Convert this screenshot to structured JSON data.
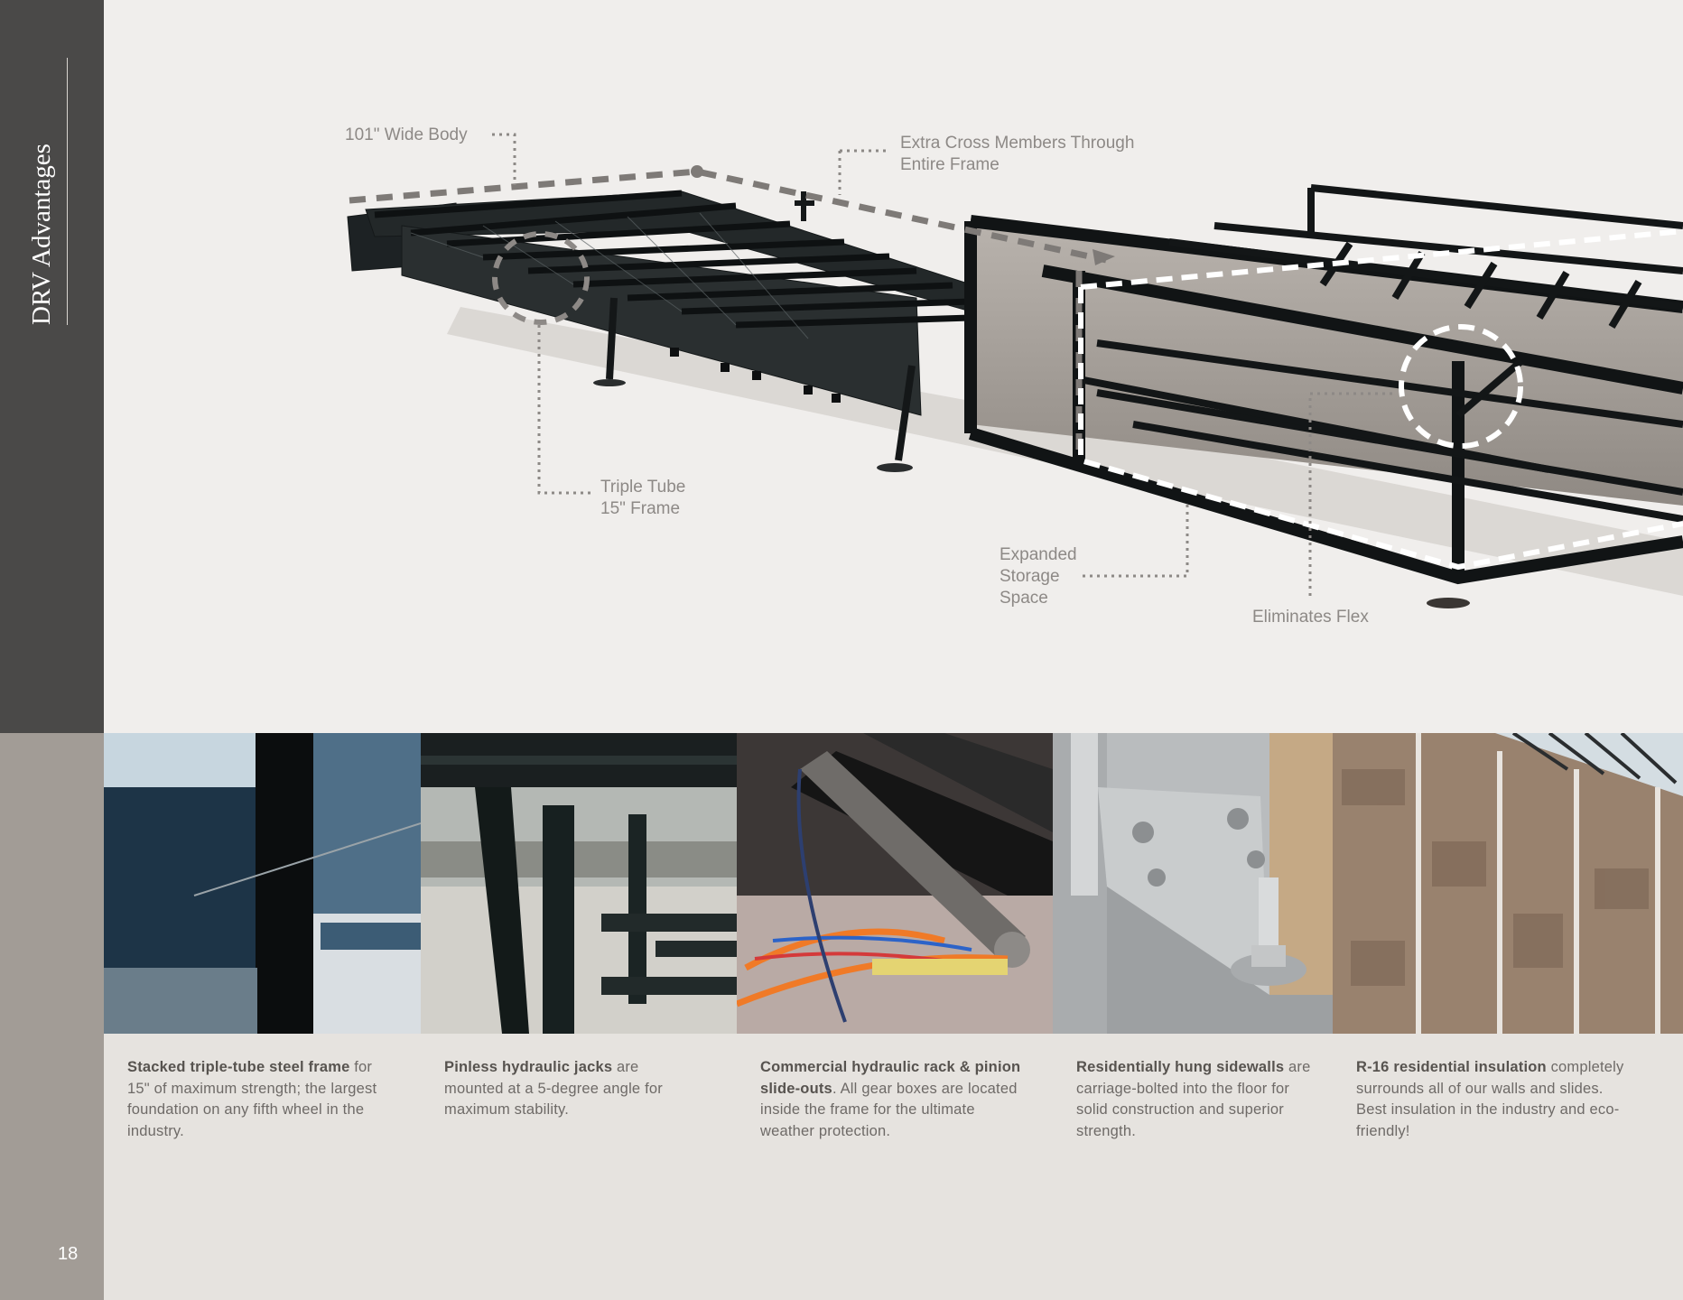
{
  "sidebar": {
    "title": "DRV Advantages",
    "page_number": "18"
  },
  "diagram": {
    "image_name": "fifth-wheel-steel-frame-chassis",
    "callouts": {
      "wide_body": "101\" Wide Body",
      "cross_members_line1": "Extra Cross Members Through",
      "cross_members_line2": "Entire Frame",
      "triple_tube_line1": "Triple Tube",
      "triple_tube_line2": "15\" Frame",
      "storage_line1": "Expanded",
      "storage_line2": "Storage",
      "storage_line3": "Space",
      "flex": "Eliminates Flex"
    }
  },
  "features": [
    {
      "photo": "triple-tube-frame-photo",
      "lead": "Stacked triple-tube steel frame",
      "rest": " for 15\" of maximum strength; the largest foundation on any fifth wheel in the industry."
    },
    {
      "photo": "hydraulic-jacks-photo",
      "lead": "Pinless hydraulic jacks",
      "rest": " are mounted at a 5-degree angle for maximum stability."
    },
    {
      "photo": "rack-pinion-photo",
      "lead": "Commercial hydraulic rack & pinion slide-outs",
      "rest": ". All gear boxes are located inside the frame for the ultimate weather protection."
    },
    {
      "photo": "sidewall-bolt-photo",
      "lead": "Residentially hung sidewalls",
      "rest": " are carriage-bolted into the floor for solid construction and superior strength."
    },
    {
      "photo": "insulation-photo",
      "lead": "R-16 residential insulation",
      "rest": " completely surrounds all of our walls and slides. Best insulation in the industry and eco-friendly!"
    }
  ],
  "colors": {
    "sidebar_dark": "#4a4948",
    "sidebar_light": "#a29c96",
    "page_background": "#f0eeec",
    "caption_background": "#e6e3df",
    "callout_text": "#8d8986"
  }
}
